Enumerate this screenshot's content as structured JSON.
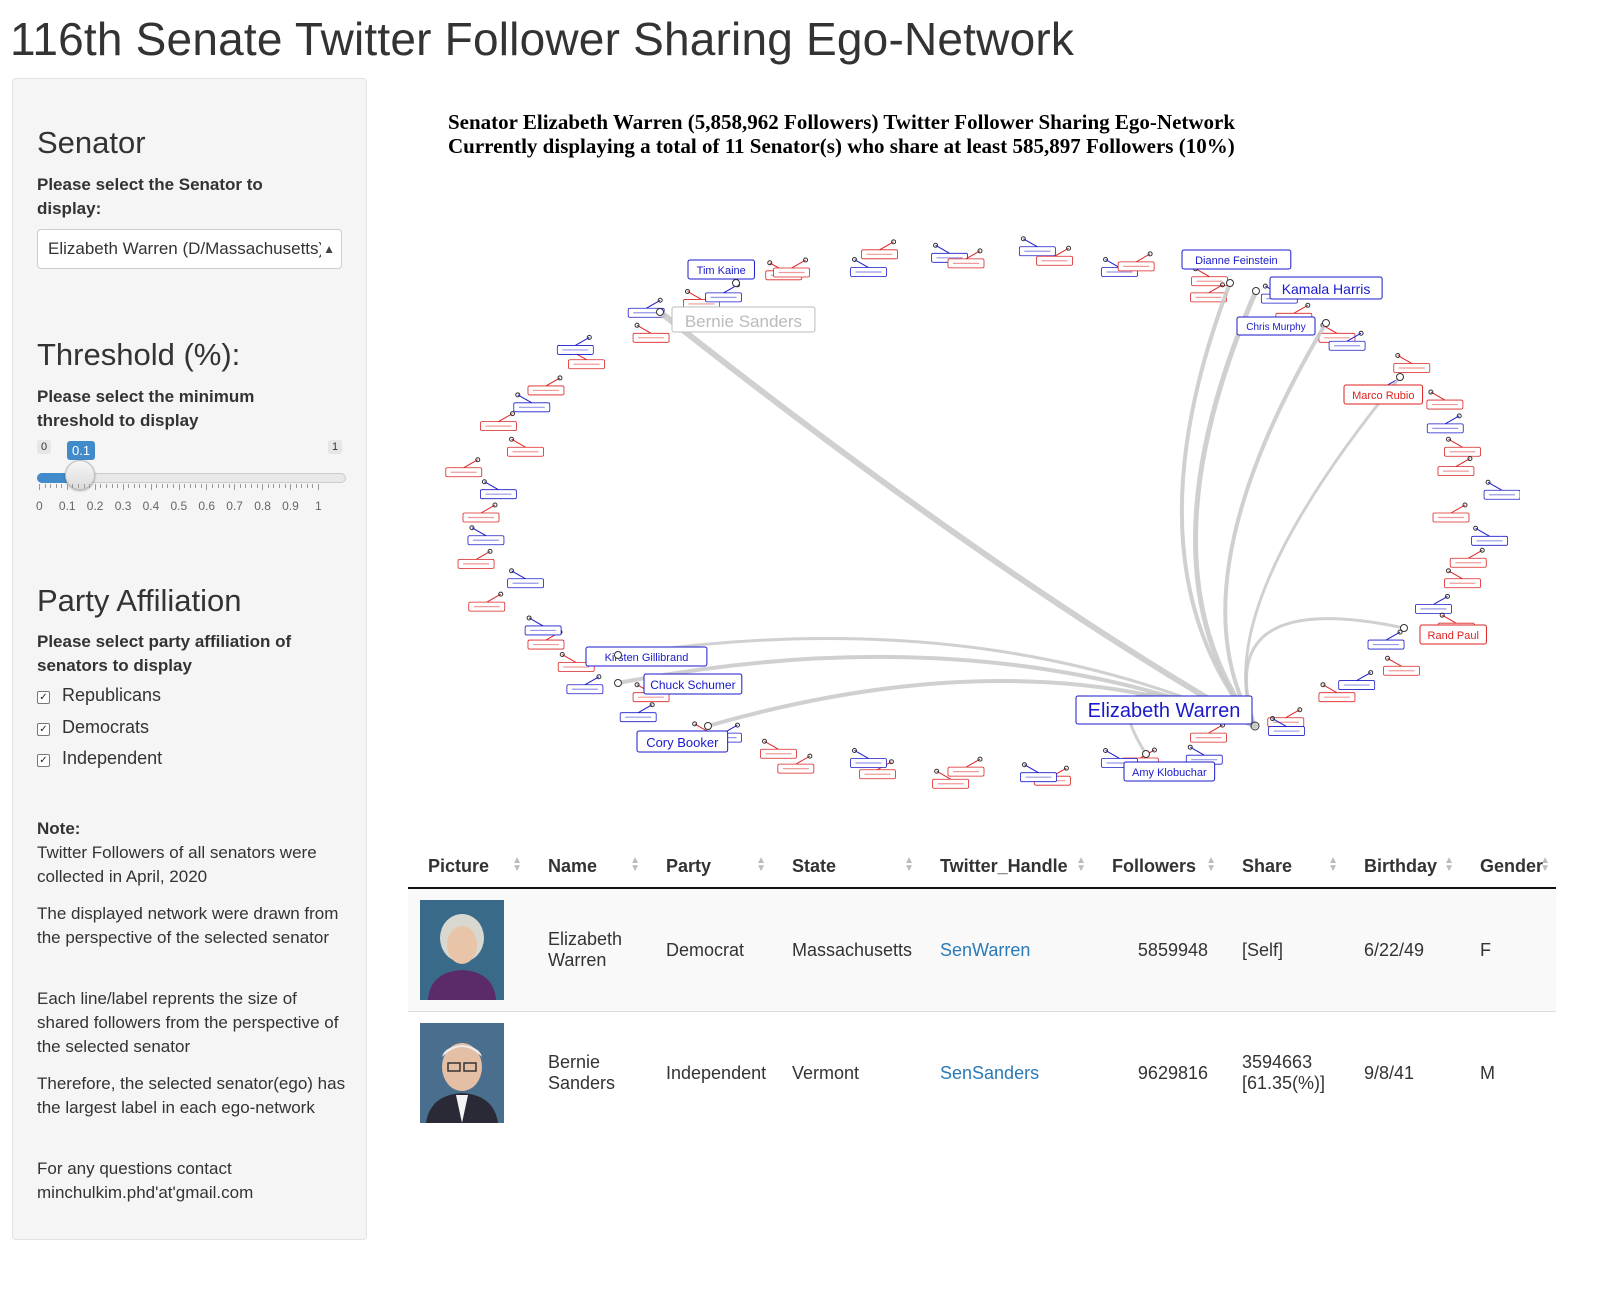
{
  "app_title": "116th Senate Twitter Follower Sharing Ego-Network",
  "sidebar": {
    "senator_heading": "Senator",
    "senator_label": "Please select the Senator to display:",
    "senator_selected": "Elizabeth Warren (D/Massachusetts)",
    "threshold_heading": "Threshold (%):",
    "threshold_label": "Please select the minimum threshold to display",
    "slider": {
      "min": "0",
      "max": "1",
      "value": "0.1",
      "ticks": [
        "0",
        "0.1",
        "0.2",
        "0.3",
        "0.4",
        "0.5",
        "0.6",
        "0.7",
        "0.8",
        "0.9",
        "1"
      ]
    },
    "party_heading": "Party Affiliation",
    "party_label": "Please select party affiliation of senators to display",
    "parties": [
      {
        "label": "Republicans",
        "checked": true
      },
      {
        "label": "Democrats",
        "checked": true
      },
      {
        "label": "Independent",
        "checked": true
      }
    ],
    "note_heading": "Note:",
    "notes": [
      "Twitter Followers of all senators were collected in April, 2020",
      "The displayed network were drawn from the perspective of the selected senator",
      "Each line/label reprents the size of shared followers from the perspective of the selected senator",
      "Therefore, the selected senator(ego) has the largest label in each ego-network",
      "For any questions contact minchulkim.phd'at'gmail.com"
    ]
  },
  "network": {
    "title_line1": "Senator Elizabeth Warren (5,858,962 Followers) Twitter Follower Sharing Ego-Network",
    "title_line2": "Currently displaying a total of 11 Senator(s) who share at least 585,897 Followers (10%)",
    "ego": "Elizabeth Warren",
    "colors": {
      "democrat": "#1a1acc",
      "republican": "#dd2222",
      "independent": "#bbbbbb",
      "edge": "#c8c8c8"
    },
    "large_labels": [
      {
        "name": "Bernie Sanders",
        "party": "independent"
      },
      {
        "name": "Tim Kaine",
        "party": "democrat"
      },
      {
        "name": "Dianne Feinstein",
        "party": "democrat"
      },
      {
        "name": "Kamala Harris",
        "party": "democrat"
      },
      {
        "name": "Chris Murphy",
        "party": "democrat"
      },
      {
        "name": "Marco Rubio",
        "party": "republican"
      },
      {
        "name": "Rand Paul",
        "party": "republican"
      },
      {
        "name": "Kirsten Gillibrand",
        "party": "democrat"
      },
      {
        "name": "Chuck Schumer",
        "party": "democrat"
      },
      {
        "name": "Cory Booker",
        "party": "democrat"
      },
      {
        "name": "Amy Klobuchar",
        "party": "democrat"
      }
    ]
  },
  "table": {
    "columns": [
      "Picture",
      "Name",
      "Party",
      "State",
      "Twitter_Handle",
      "Followers",
      "Share",
      "Birthday",
      "Gender"
    ],
    "rows": [
      {
        "name": "Elizabeth Warren",
        "party": "Democrat",
        "state": "Massachusetts",
        "handle": "SenWarren",
        "followers": "5859948",
        "share": "[Self]",
        "birthday": "6/22/49",
        "gender": "F"
      },
      {
        "name": "Bernie Sanders",
        "party": "Independent",
        "state": "Vermont",
        "handle": "SenSanders",
        "followers": "9629816",
        "share": "3594663 [61.35(%)]",
        "birthday": "9/8/41",
        "gender": "M"
      }
    ]
  }
}
